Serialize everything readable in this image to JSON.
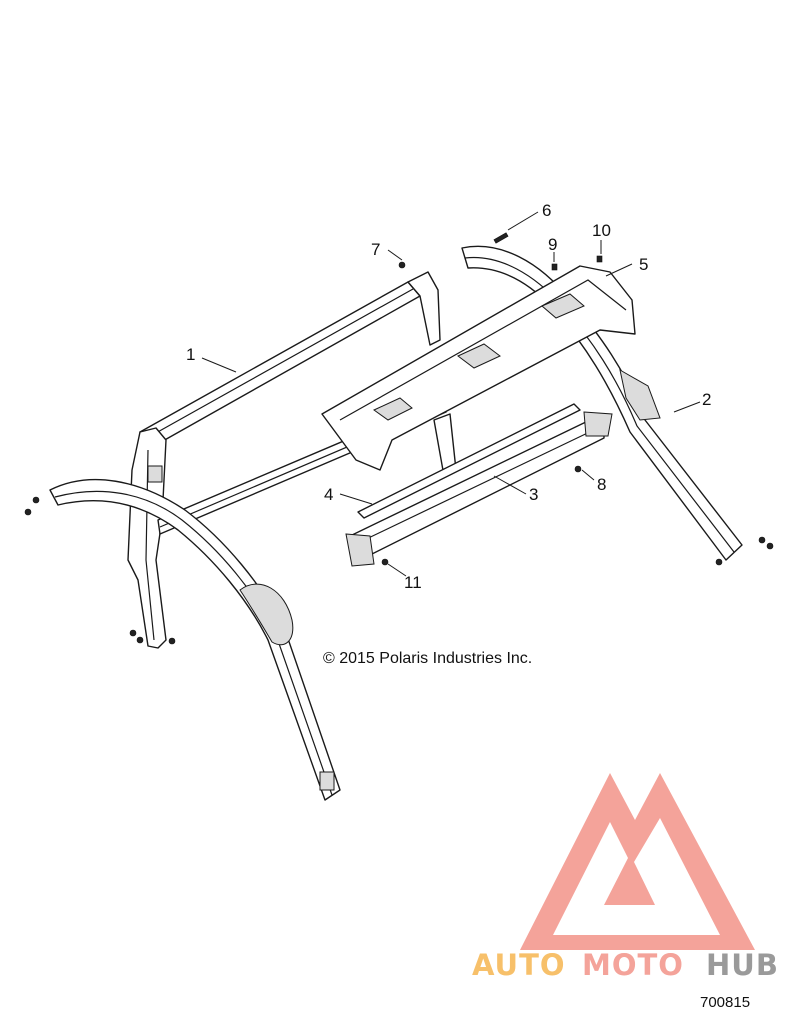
{
  "callouts": [
    {
      "number": "1"
    },
    {
      "number": "2"
    },
    {
      "number": "3"
    },
    {
      "number": "4"
    },
    {
      "number": "5"
    },
    {
      "number": "6"
    },
    {
      "number": "7"
    },
    {
      "number": "8"
    },
    {
      "number": "9"
    },
    {
      "number": "10"
    },
    {
      "number": "11"
    }
  ],
  "copyright": "© 2015 Polaris Industries Inc.",
  "figure_id": "700815",
  "watermark": {
    "text_auto": "AUTO",
    "text_moto": "MOTO",
    "text_hub": "HUB",
    "logo_color": "#f4a39a",
    "auto_color": "#f7c06a",
    "hub_color": "#9a9a9a"
  }
}
